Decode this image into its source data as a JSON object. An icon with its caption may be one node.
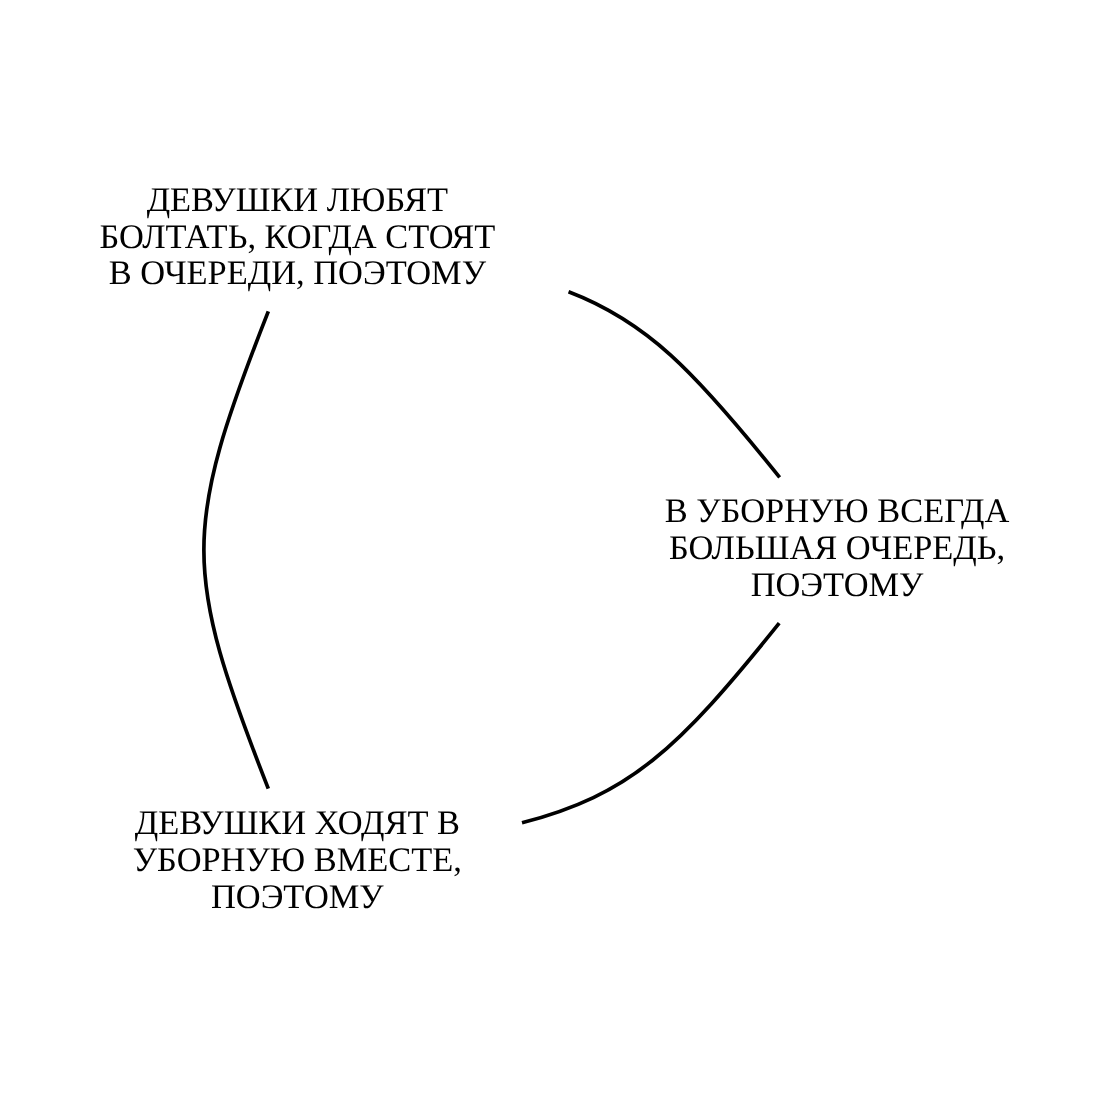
{
  "diagram": {
    "nodes": [
      {
        "text": [
          "ДЕВУШКИ ХОДЯТ В УБОРНУЮ ВМЕСТЕ, ПОЭТОМУ"
        ]
      },
      {
        "text": [
          "ДЕВУШКИ ЛЮБЯТ БОЛТАТЬ, КОГДА СТОЯТ В ОЧЕРЕДИ, ПОЭТОМУ"
        ]
      },
      {
        "text": [
          "В УБОРНУЮ ВСЕГДА БОЛЬШАЯ ОЧЕРЕДЬ, ПОЭТОМУ"
        ]
      }
    ],
    "edges": [
      {
        "from": 0,
        "to": 1,
        "arrow": "none"
      },
      {
        "from": 1,
        "to": 2,
        "arrow": "none"
      },
      {
        "from": 2,
        "to": 0,
        "arrow": "none"
      }
    ]
  }
}
